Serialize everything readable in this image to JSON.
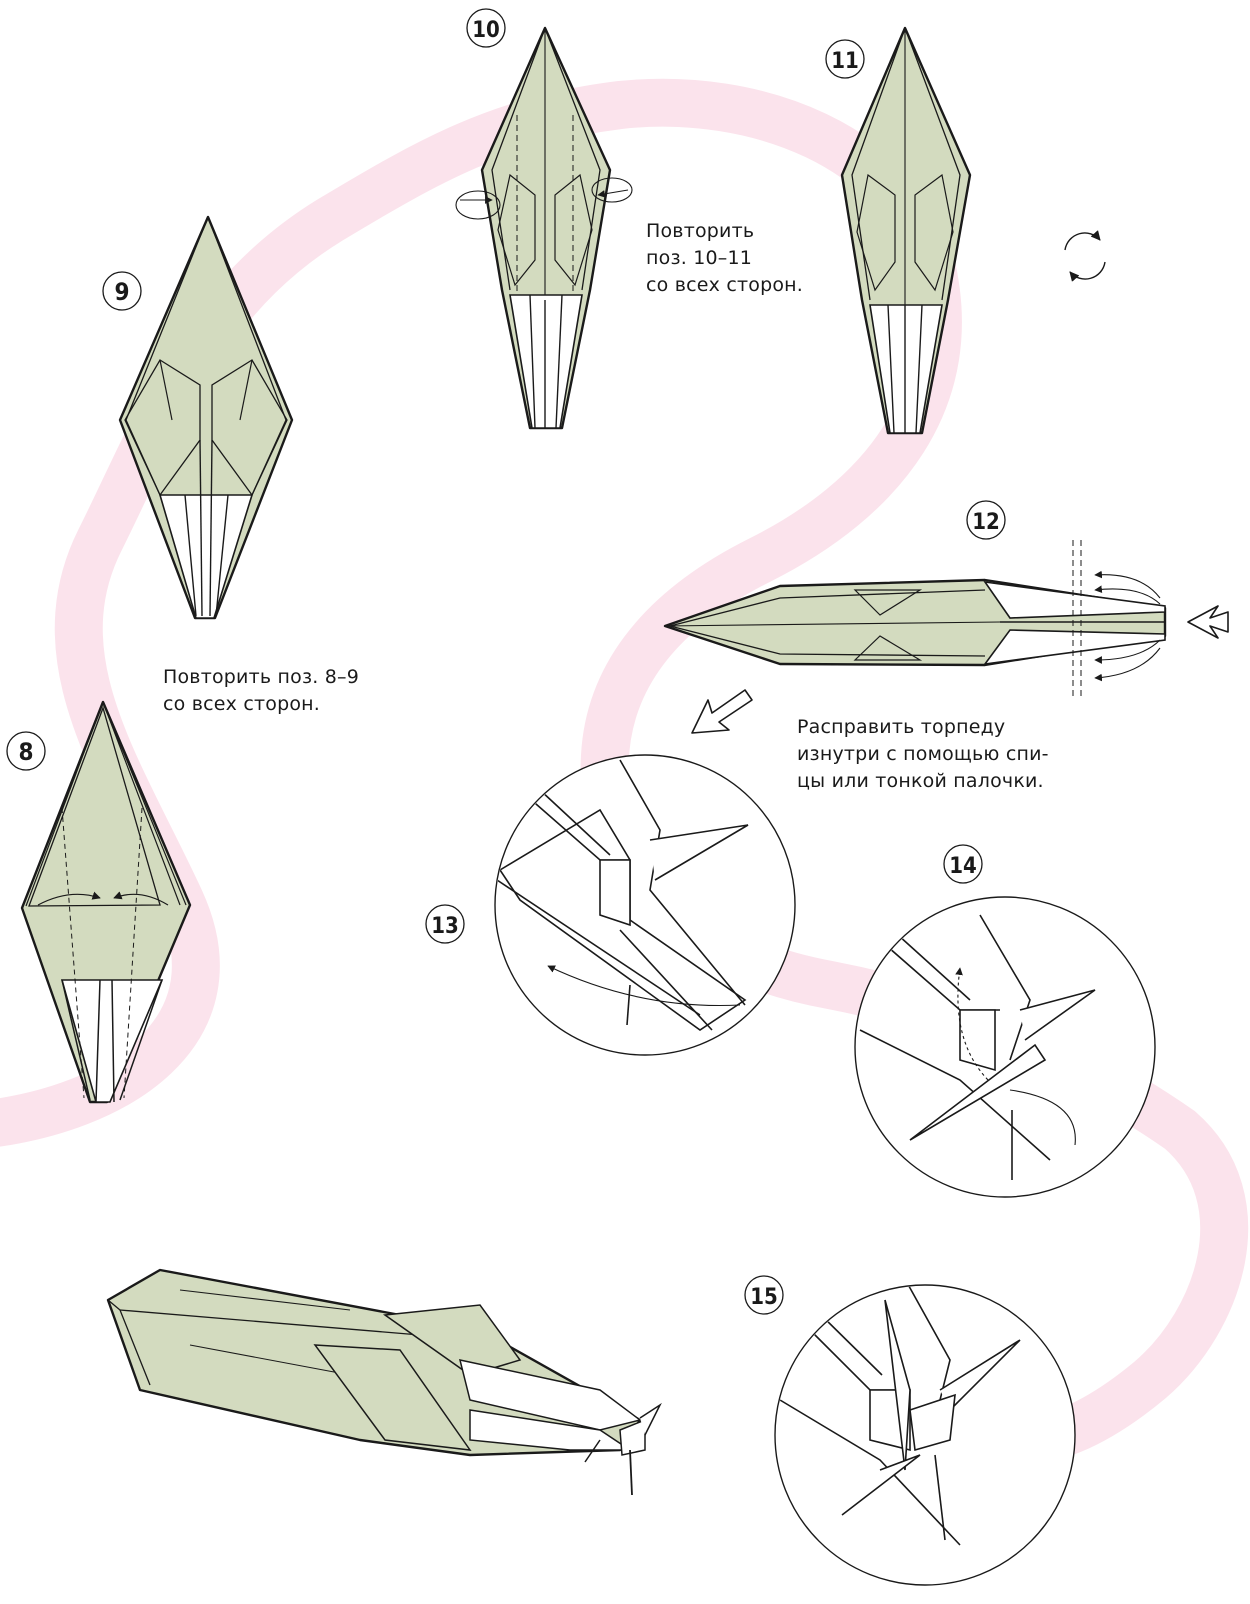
{
  "steps": {
    "s8": "8",
    "s9": "9",
    "s10": "10",
    "s11": "11",
    "s12": "12",
    "s13": "13",
    "s14": "14",
    "s15": "15"
  },
  "captions": {
    "repeat_8_9": "Повторить поз. 8–9\nсо всех сторон.",
    "repeat_10_11": "Повторить\nпоз. 10–11\nсо всех сторон.",
    "spread_torpedo": "Расправить торпеду\nизнутри с помощью спи-\nцы или тонкой палочки."
  },
  "colors": {
    "paper_green": "#d3dbbf",
    "line": "#1a1a1a",
    "path_pink": "#fbe3ec"
  },
  "icons": {
    "rotate": "rotate-icon",
    "push": "push-arrow-icon",
    "zoom": "zoom-arrow-icon"
  }
}
